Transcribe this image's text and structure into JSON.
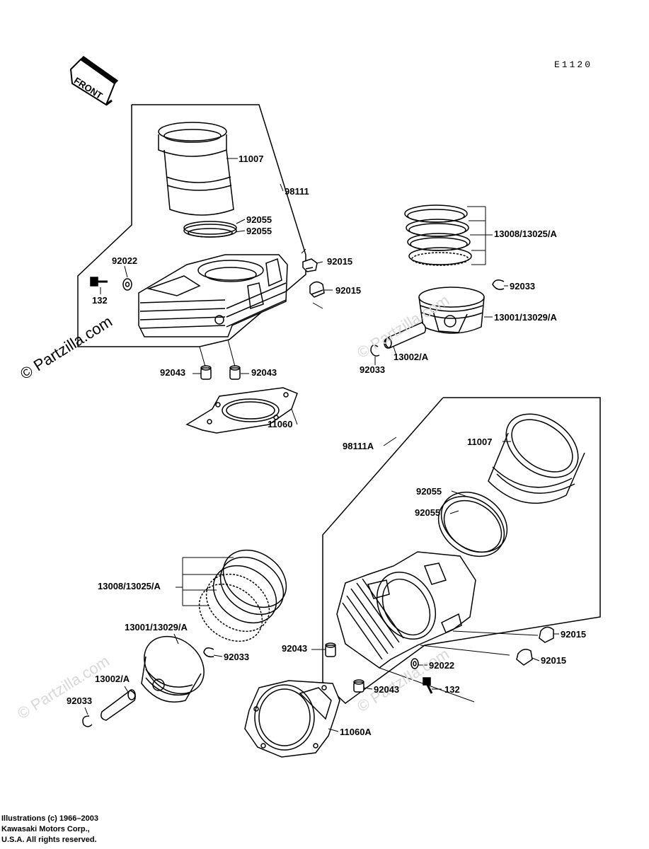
{
  "diagram_code": "E1120",
  "front_label": "FRONT",
  "watermark": "© Partzilla.com",
  "copyright": {
    "line1": "Illustrations (c) 1966–2003",
    "line2": "Kawasaki Motors Corp.,",
    "line3": "U.S.A.  All rights reserved."
  },
  "upper_assembly": {
    "liner": "11007",
    "cylinder_assy": "98111",
    "ring_seal_a": "92055",
    "ring_seal_b": "92055",
    "washer": "92022",
    "bolt": "132",
    "nut_a": "92015",
    "nut_b": "92015",
    "dowel_left": "92043",
    "dowel_right": "92043",
    "gasket": "11060"
  },
  "upper_piston": {
    "ring_set": "13008/13025/A",
    "circlip_right": "92033",
    "piston": "13001/13029/A",
    "pin": "13002/A",
    "circlip_left": "92033"
  },
  "lower_assembly": {
    "cylinder_assy": "98111A",
    "liner": "11007",
    "ring_seal_a": "92055",
    "ring_seal_b": "92055",
    "nut_a": "92015",
    "nut_b": "92015",
    "dowel_left": "92043",
    "washer": "92022",
    "dowel_bottom": "92043",
    "bolt": "132",
    "gasket": "11060A"
  },
  "lower_piston": {
    "ring_set": "13008/13025/A",
    "piston": "13001/13029/A",
    "circlip_right": "92033",
    "pin": "13002/A",
    "circlip_left": "92033"
  }
}
